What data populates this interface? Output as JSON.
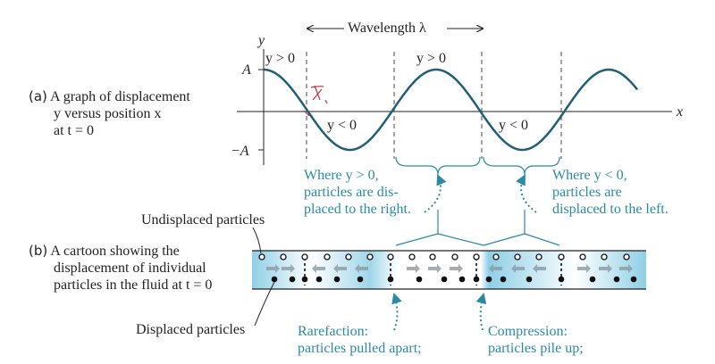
{
  "graph": {
    "wavelength_label": "Wavelength λ",
    "y_axis": "y",
    "x_axis": "x",
    "amp_pos": "A",
    "amp_neg": "−A",
    "region_pos_1": "y > 0",
    "region_pos_2": "y > 0",
    "region_neg_1": "y < 0",
    "region_neg_2": "y < 0",
    "handwritten_note": "x₁"
  },
  "part_a": {
    "tag": "(a)",
    "lines": [
      "A graph of displacement",
      "y versus position x",
      "at t = 0"
    ]
  },
  "part_b": {
    "tag": "(b)",
    "lines": [
      "A cartoon showing the",
      "displacement of individual",
      "particles in the fluid at t = 0"
    ]
  },
  "annotations": {
    "where_pos": [
      "Where y > 0,",
      "particles are dis-",
      "placed to the right."
    ],
    "where_neg": [
      "Where y < 0,",
      "particles are",
      "displaced to the left."
    ],
    "undisplaced": "Undisplaced particles",
    "displaced": "Displaced particles",
    "rarefaction": [
      "Rarefaction:",
      "particles pulled apart;"
    ],
    "compression": [
      "Compression:",
      "particles pile up;"
    ]
  },
  "colors": {
    "wave": "#1f5f78",
    "accent": "#2b8aa6",
    "tube": "#a9d8ea"
  }
}
